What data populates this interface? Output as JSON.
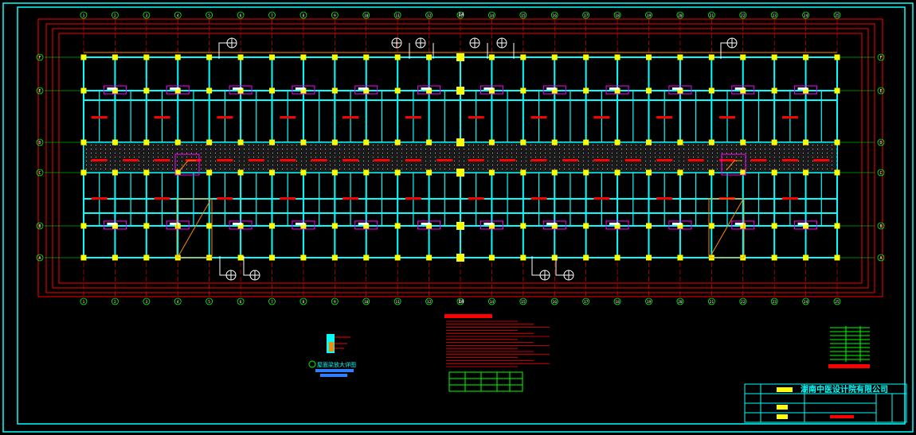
{
  "drawing": {
    "background": "#000000",
    "colors": {
      "border": "#00ffff",
      "column_grid": "#00ffff",
      "axis_line": "#ff0000",
      "dimension": "#ff0000",
      "column": "#ffff00",
      "beam_tag": "#ff00ff",
      "beam_label": "#ff0000",
      "green_line": "#00ff00",
      "orange": "#ff8800",
      "white": "#ffffff"
    },
    "top_axes": [
      "1",
      "2",
      "3",
      "4",
      "5",
      "6",
      "7",
      "8",
      "9",
      "10",
      "11",
      "12",
      "13",
      "14",
      "15",
      "16",
      "17",
      "18",
      "19",
      "20",
      "21",
      "22",
      "23",
      "24",
      "25"
    ],
    "bottom_axes": [
      "1",
      "2",
      "3",
      "4",
      "5",
      "6",
      "7",
      "8",
      "9",
      "10",
      "11",
      "12",
      "13",
      "14",
      "15",
      "16",
      "17",
      "18",
      "19",
      "20",
      "21",
      "22",
      "23",
      "24",
      "25"
    ],
    "side_axes": [
      "F",
      "E",
      "D",
      "C",
      "B",
      "A"
    ],
    "mid_axis_label": "14",
    "mid_axis_label_bottom": "14",
    "detail_caption": "屋面梁放大详图",
    "company_name": "湖南中医设计院有限公司"
  }
}
